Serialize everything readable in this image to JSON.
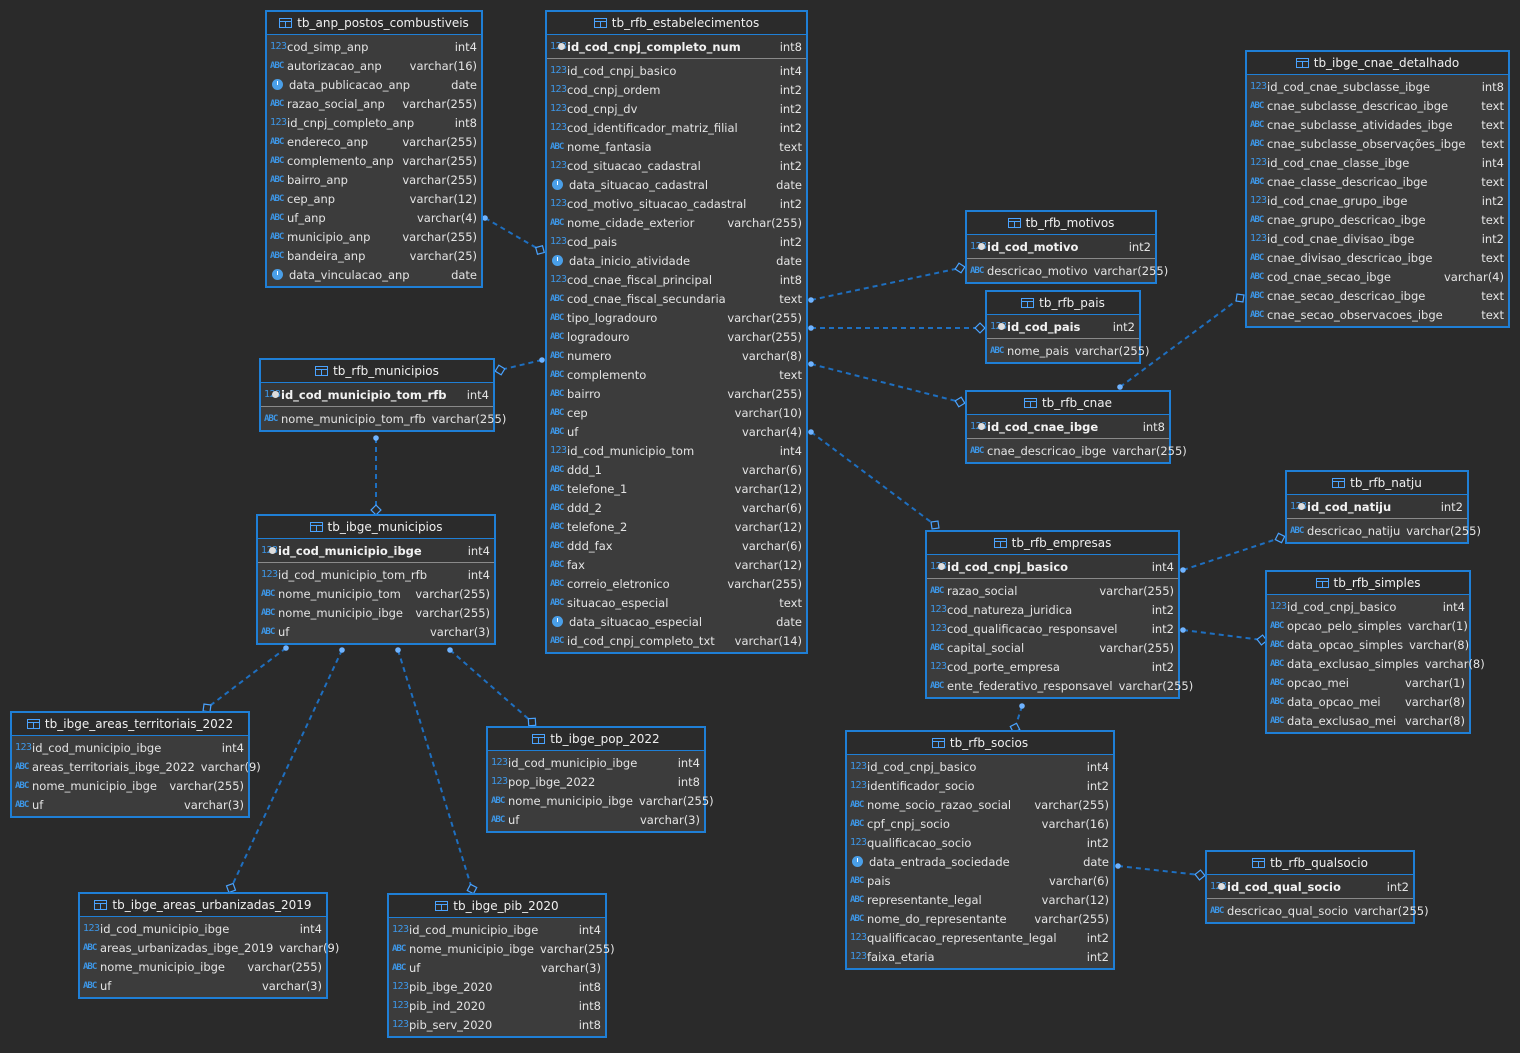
{
  "colors": {
    "background": "#2a2a2a",
    "table_fill": "#3c3c3c",
    "table_border": "#1f7fd6",
    "type_icon": "#3d96e6",
    "relation_line": "#1e6fc0"
  },
  "icons": {
    "table": "table-grid-icon",
    "number": "123",
    "text": "ABC",
    "date": "clock-icon",
    "primary_key": "key-icon"
  },
  "tables": [
    {
      "id": "tb_anp_postos_combustiveis",
      "name": "tb_anp_postos_combustiveis",
      "pk": null,
      "columns": [
        {
          "icon": "123",
          "name": "cod_simp_anp",
          "type": "int4"
        },
        {
          "icon": "ABC",
          "name": "autorizacao_anp",
          "type": "varchar(16)"
        },
        {
          "icon": "clock",
          "name": "data_publicacao_anp",
          "type": "date"
        },
        {
          "icon": "ABC",
          "name": "razao_social_anp",
          "type": "varchar(255)"
        },
        {
          "icon": "123",
          "name": "id_cnpj_completo_anp",
          "type": "int8"
        },
        {
          "icon": "ABC",
          "name": "endereco_anp",
          "type": "varchar(255)"
        },
        {
          "icon": "ABC",
          "name": "complemento_anp",
          "type": "varchar(255)"
        },
        {
          "icon": "ABC",
          "name": "bairro_anp",
          "type": "varchar(255)"
        },
        {
          "icon": "ABC",
          "name": "cep_anp",
          "type": "varchar(12)"
        },
        {
          "icon": "ABC",
          "name": "uf_anp",
          "type": "varchar(4)"
        },
        {
          "icon": "ABC",
          "name": "municipio_anp",
          "type": "varchar(255)"
        },
        {
          "icon": "ABC",
          "name": "bandeira_anp",
          "type": "varchar(25)"
        },
        {
          "icon": "clock",
          "name": "data_vinculacao_anp",
          "type": "date"
        }
      ]
    },
    {
      "id": "tb_rfb_estabelecimentos",
      "name": "tb_rfb_estabelecimentos",
      "pk": {
        "icon": "123",
        "name": "id_cod_cnpj_completo_num",
        "type": "int8"
      },
      "columns": [
        {
          "icon": "123",
          "name": "id_cod_cnpj_basico",
          "type": "int4"
        },
        {
          "icon": "123",
          "name": "cod_cnpj_ordem",
          "type": "int2"
        },
        {
          "icon": "123",
          "name": "cod_cnpj_dv",
          "type": "int2"
        },
        {
          "icon": "123",
          "name": "cod_identificador_matriz_filial",
          "type": "int2"
        },
        {
          "icon": "ABC",
          "name": "nome_fantasia",
          "type": "text"
        },
        {
          "icon": "123",
          "name": "cod_situacao_cadastral",
          "type": "int2"
        },
        {
          "icon": "clock",
          "name": "data_situacao_cadastral",
          "type": "date"
        },
        {
          "icon": "123",
          "name": "cod_motivo_situacao_cadastral",
          "type": "int2"
        },
        {
          "icon": "ABC",
          "name": "nome_cidade_exterior",
          "type": "varchar(255)"
        },
        {
          "icon": "123",
          "name": "cod_pais",
          "type": "int2"
        },
        {
          "icon": "clock",
          "name": "data_inicio_atividade",
          "type": "date"
        },
        {
          "icon": "123",
          "name": "cod_cnae_fiscal_principal",
          "type": "int8"
        },
        {
          "icon": "ABC",
          "name": "cod_cnae_fiscal_secundaria",
          "type": "text"
        },
        {
          "icon": "ABC",
          "name": "tipo_logradouro",
          "type": "varchar(255)"
        },
        {
          "icon": "ABC",
          "name": "logradouro",
          "type": "varchar(255)"
        },
        {
          "icon": "ABC",
          "name": "numero",
          "type": "varchar(8)"
        },
        {
          "icon": "ABC",
          "name": "complemento",
          "type": "text"
        },
        {
          "icon": "ABC",
          "name": "bairro",
          "type": "varchar(255)"
        },
        {
          "icon": "ABC",
          "name": "cep",
          "type": "varchar(10)"
        },
        {
          "icon": "ABC",
          "name": "uf",
          "type": "varchar(4)"
        },
        {
          "icon": "123",
          "name": "id_cod_municipio_tom",
          "type": "int4"
        },
        {
          "icon": "ABC",
          "name": "ddd_1",
          "type": "varchar(6)"
        },
        {
          "icon": "ABC",
          "name": "telefone_1",
          "type": "varchar(12)"
        },
        {
          "icon": "ABC",
          "name": "ddd_2",
          "type": "varchar(6)"
        },
        {
          "icon": "ABC",
          "name": "telefone_2",
          "type": "varchar(12)"
        },
        {
          "icon": "ABC",
          "name": "ddd_fax",
          "type": "varchar(6)"
        },
        {
          "icon": "ABC",
          "name": "fax",
          "type": "varchar(12)"
        },
        {
          "icon": "ABC",
          "name": "correio_eletronico",
          "type": "varchar(255)"
        },
        {
          "icon": "ABC",
          "name": "situacao_especial",
          "type": "text"
        },
        {
          "icon": "clock",
          "name": "data_situacao_especial",
          "type": "date"
        },
        {
          "icon": "ABC",
          "name": "id_cod_cnpj_completo_txt",
          "type": "varchar(14)"
        }
      ]
    },
    {
      "id": "tb_ibge_cnae_detalhado",
      "name": "tb_ibge_cnae_detalhado",
      "pk": null,
      "columns": [
        {
          "icon": "123",
          "name": "id_cod_cnae_subclasse_ibge",
          "type": "int8"
        },
        {
          "icon": "ABC",
          "name": "cnae_subclasse_descricao_ibge",
          "type": "text"
        },
        {
          "icon": "ABC",
          "name": "cnae_subclasse_atividades_ibge",
          "type": "text"
        },
        {
          "icon": "ABC",
          "name": "cnae_subclasse_observações_ibge",
          "type": "text"
        },
        {
          "icon": "123",
          "name": "id_cod_cnae_classe_ibge",
          "type": "int4"
        },
        {
          "icon": "ABC",
          "name": "cnae_classe_descricao_ibge",
          "type": "text"
        },
        {
          "icon": "123",
          "name": "id_cod_cnae_grupo_ibge",
          "type": "int2"
        },
        {
          "icon": "ABC",
          "name": "cnae_grupo_descricao_ibge",
          "type": "text"
        },
        {
          "icon": "123",
          "name": "id_cod_cnae_divisao_ibge",
          "type": "int2"
        },
        {
          "icon": "ABC",
          "name": "cnae_divisao_descricao_ibge",
          "type": "text"
        },
        {
          "icon": "ABC",
          "name": "cod_cnae_secao_ibge",
          "type": "varchar(4)"
        },
        {
          "icon": "ABC",
          "name": "cnae_secao_descricao_ibge",
          "type": "text"
        },
        {
          "icon": "ABC",
          "name": "cnae_secao_observacoes_ibge",
          "type": "text"
        }
      ]
    },
    {
      "id": "tb_rfb_motivos",
      "name": "tb_rfb_motivos",
      "pk": {
        "icon": "123",
        "name": "id_cod_motivo",
        "type": "int2"
      },
      "columns": [
        {
          "icon": "ABC",
          "name": "descricao_motivo",
          "type": "varchar(255)"
        }
      ]
    },
    {
      "id": "tb_rfb_pais",
      "name": "tb_rfb_pais",
      "pk": {
        "icon": "123",
        "name": "id_cod_pais",
        "type": "int2"
      },
      "columns": [
        {
          "icon": "ABC",
          "name": "nome_pais",
          "type": "varchar(255)"
        }
      ]
    },
    {
      "id": "tb_rfb_cnae",
      "name": "tb_rfb_cnae",
      "pk": {
        "icon": "123",
        "name": "id_cod_cnae_ibge",
        "type": "int8"
      },
      "columns": [
        {
          "icon": "ABC",
          "name": "cnae_descricao_ibge",
          "type": "varchar(255)"
        }
      ]
    },
    {
      "id": "tb_rfb_municipios",
      "name": "tb_rfb_municipios",
      "pk": {
        "icon": "123",
        "name": "id_cod_municipio_tom_rfb",
        "type": "int4"
      },
      "columns": [
        {
          "icon": "ABC",
          "name": "nome_municipio_tom_rfb",
          "type": "varchar(255)"
        }
      ]
    },
    {
      "id": "tb_ibge_municipios",
      "name": "tb_ibge_municipios",
      "pk": {
        "icon": "123",
        "name": "id_cod_municipio_ibge",
        "type": "int4"
      },
      "columns": [
        {
          "icon": "123",
          "name": "id_cod_municipio_tom_rfb",
          "type": "int4"
        },
        {
          "icon": "ABC",
          "name": "nome_municipio_tom",
          "type": "varchar(255)"
        },
        {
          "icon": "ABC",
          "name": "nome_municipio_ibge",
          "type": "varchar(255)"
        },
        {
          "icon": "ABC",
          "name": "uf",
          "type": "varchar(3)"
        }
      ]
    },
    {
      "id": "tb_rfb_natju",
      "name": "tb_rfb_natju",
      "pk": {
        "icon": "123",
        "name": "id_cod_natiju",
        "type": "int2"
      },
      "columns": [
        {
          "icon": "ABC",
          "name": "descricao_natiju",
          "type": "varchar(255)"
        }
      ]
    },
    {
      "id": "tb_rfb_empresas",
      "name": "tb_rfb_empresas",
      "pk": {
        "icon": "123",
        "name": "id_cod_cnpj_basico",
        "type": "int4"
      },
      "columns": [
        {
          "icon": "ABC",
          "name": "razao_social",
          "type": "varchar(255)"
        },
        {
          "icon": "123",
          "name": "cod_natureza_juridica",
          "type": "int2"
        },
        {
          "icon": "123",
          "name": "cod_qualificacao_responsavel",
          "type": "int2"
        },
        {
          "icon": "ABC",
          "name": "capital_social",
          "type": "varchar(255)"
        },
        {
          "icon": "123",
          "name": "cod_porte_empresa",
          "type": "int2"
        },
        {
          "icon": "ABC",
          "name": "ente_federativo_responsavel",
          "type": "varchar(255)"
        }
      ]
    },
    {
      "id": "tb_rfb_simples",
      "name": "tb_rfb_simples",
      "pk": null,
      "columns": [
        {
          "icon": "123",
          "name": "id_cod_cnpj_basico",
          "type": "int4"
        },
        {
          "icon": "ABC",
          "name": "opcao_pelo_simples",
          "type": "varchar(1)"
        },
        {
          "icon": "ABC",
          "name": "data_opcao_simples",
          "type": "varchar(8)"
        },
        {
          "icon": "ABC",
          "name": "data_exclusao_simples",
          "type": "varchar(8)"
        },
        {
          "icon": "ABC",
          "name": "opcao_mei",
          "type": "varchar(1)"
        },
        {
          "icon": "ABC",
          "name": "data_opcao_mei",
          "type": "varchar(8)"
        },
        {
          "icon": "ABC",
          "name": "data_exclusao_mei",
          "type": "varchar(8)"
        }
      ]
    },
    {
      "id": "tb_ibge_areas_territoriais_2022",
      "name": "tb_ibge_areas_territoriais_2022",
      "pk": null,
      "columns": [
        {
          "icon": "123",
          "name": "id_cod_municipio_ibge",
          "type": "int4"
        },
        {
          "icon": "ABC",
          "name": "areas_territoriais_ibge_2022",
          "type": "varchar(9)"
        },
        {
          "icon": "ABC",
          "name": "nome_municipio_ibge",
          "type": "varchar(255)"
        },
        {
          "icon": "ABC",
          "name": "uf",
          "type": "varchar(3)"
        }
      ]
    },
    {
      "id": "tb_ibge_pop_2022",
      "name": "tb_ibge_pop_2022",
      "pk": null,
      "columns": [
        {
          "icon": "123",
          "name": "id_cod_municipio_ibge",
          "type": "int4"
        },
        {
          "icon": "123",
          "name": "pop_ibge_2022",
          "type": "int8"
        },
        {
          "icon": "ABC",
          "name": "nome_municipio_ibge",
          "type": "varchar(255)"
        },
        {
          "icon": "ABC",
          "name": "uf",
          "type": "varchar(3)"
        }
      ]
    },
    {
      "id": "tb_rfb_socios",
      "name": "tb_rfb_socios",
      "pk": null,
      "columns": [
        {
          "icon": "123",
          "name": "id_cod_cnpj_basico",
          "type": "int4"
        },
        {
          "icon": "123",
          "name": "identificador_socio",
          "type": "int2"
        },
        {
          "icon": "ABC",
          "name": "nome_socio_razao_social",
          "type": "varchar(255)"
        },
        {
          "icon": "ABC",
          "name": "cpf_cnpj_socio",
          "type": "varchar(16)"
        },
        {
          "icon": "123",
          "name": "qualificacao_socio",
          "type": "int2"
        },
        {
          "icon": "clock",
          "name": "data_entrada_sociedade",
          "type": "date"
        },
        {
          "icon": "ABC",
          "name": "pais",
          "type": "varchar(6)"
        },
        {
          "icon": "ABC",
          "name": "representante_legal",
          "type": "varchar(12)"
        },
        {
          "icon": "ABC",
          "name": "nome_do_representante",
          "type": "varchar(255)"
        },
        {
          "icon": "123",
          "name": "qualificacao_representante_legal",
          "type": "int2"
        },
        {
          "icon": "123",
          "name": "faixa_etaria",
          "type": "int2"
        }
      ]
    },
    {
      "id": "tb_rfb_qualsocio",
      "name": "tb_rfb_qualsocio",
      "pk": {
        "icon": "123",
        "name": "id_cod_qual_socio",
        "type": "int2"
      },
      "columns": [
        {
          "icon": "ABC",
          "name": "descricao_qual_socio",
          "type": "varchar(255)"
        }
      ]
    },
    {
      "id": "tb_ibge_areas_urbanizadas_2019",
      "name": "tb_ibge_areas_urbanizadas_2019",
      "pk": null,
      "columns": [
        {
          "icon": "123",
          "name": "id_cod_municipio_ibge",
          "type": "int4"
        },
        {
          "icon": "ABC",
          "name": "areas_urbanizadas_ibge_2019",
          "type": "varchar(9)"
        },
        {
          "icon": "ABC",
          "name": "nome_municipio_ibge",
          "type": "varchar(255)"
        },
        {
          "icon": "ABC",
          "name": "uf",
          "type": "varchar(3)"
        }
      ]
    },
    {
      "id": "tb_ibge_pib_2020",
      "name": "tb_ibge_pib_2020",
      "pk": null,
      "columns": [
        {
          "icon": "123",
          "name": "id_cod_municipio_ibge",
          "type": "int4"
        },
        {
          "icon": "ABC",
          "name": "nome_municipio_ibge",
          "type": "varchar(255)"
        },
        {
          "icon": "ABC",
          "name": "uf",
          "type": "varchar(3)"
        },
        {
          "icon": "123",
          "name": "pib_ibge_2020",
          "type": "int8"
        },
        {
          "icon": "123",
          "name": "pib_ind_2020",
          "type": "int8"
        },
        {
          "icon": "123",
          "name": "pib_serv_2020",
          "type": "int8"
        }
      ]
    }
  ],
  "relations": [
    {
      "from": "tb_anp_postos_combustiveis",
      "to": "tb_rfb_estabelecimentos"
    },
    {
      "from": "tb_rfb_estabelecimentos",
      "to": "tb_rfb_municipios"
    },
    {
      "from": "tb_rfb_estabelecimentos",
      "to": "tb_rfb_motivos"
    },
    {
      "from": "tb_rfb_estabelecimentos",
      "to": "tb_rfb_pais"
    },
    {
      "from": "tb_rfb_estabelecimentos",
      "to": "tb_rfb_cnae"
    },
    {
      "from": "tb_rfb_estabelecimentos",
      "to": "tb_rfb_empresas"
    },
    {
      "from": "tb_rfb_cnae",
      "to": "tb_ibge_cnae_detalhado"
    },
    {
      "from": "tb_rfb_municipios",
      "to": "tb_ibge_municipios"
    },
    {
      "from": "tb_rfb_empresas",
      "to": "tb_rfb_natju"
    },
    {
      "from": "tb_rfb_empresas",
      "to": "tb_rfb_simples"
    },
    {
      "from": "tb_rfb_empresas",
      "to": "tb_rfb_socios"
    },
    {
      "from": "tb_rfb_socios",
      "to": "tb_rfb_qualsocio"
    },
    {
      "from": "tb_ibge_municipios",
      "to": "tb_ibge_areas_territoriais_2022"
    },
    {
      "from": "tb_ibge_municipios",
      "to": "tb_ibge_areas_urbanizadas_2019"
    },
    {
      "from": "tb_ibge_municipios",
      "to": "tb_ibge_pib_2020"
    },
    {
      "from": "tb_ibge_municipios",
      "to": "tb_ibge_pop_2022"
    }
  ]
}
